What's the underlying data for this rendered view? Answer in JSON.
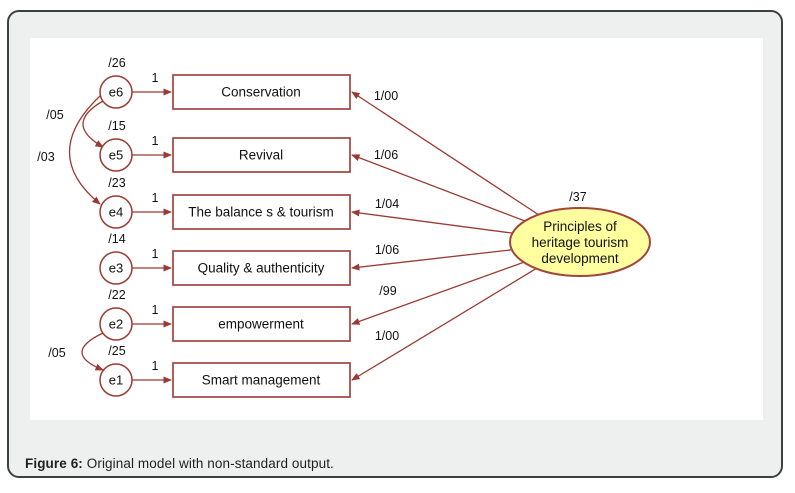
{
  "figure": {
    "caption_prefix": "Figure 6:",
    "caption_text": " Original model with non-standard output."
  },
  "diagram": {
    "type": "sem-path-diagram",
    "colors": {
      "stroke": "#9a3a33",
      "latent_fill": "#ffffa0",
      "latent_stroke": "#a2453b",
      "card_bg": "#eef0f0"
    },
    "latent": {
      "label_lines": [
        "Principles of",
        "heritage tourism",
        "development"
      ],
      "variance": "/37"
    },
    "indicators": [
      {
        "name": "Conservation",
        "error": "e6",
        "error_variance": "/26",
        "error_loading": "1",
        "path_label": "1/00"
      },
      {
        "name": "Revival",
        "error": "e5",
        "error_variance": "/15",
        "error_loading": "1",
        "path_label": "1/06"
      },
      {
        "name": "The balance s & tourism",
        "error": "e4",
        "error_variance": "/23",
        "error_loading": "1",
        "path_label": "1/04"
      },
      {
        "name": "Quality & authenticity",
        "error": "e3",
        "error_variance": "/14",
        "error_loading": "1",
        "path_label": "1/06"
      },
      {
        "name": "empowerment",
        "error": "e2",
        "error_variance": "/22",
        "error_loading": "1",
        "path_label": "/99"
      },
      {
        "name": "Smart management",
        "error": "e1",
        "error_variance": "/25",
        "error_loading": "1",
        "path_label": "1/00"
      }
    ],
    "covariances": [
      {
        "between": "e6-e5",
        "label": "/05"
      },
      {
        "between": "e6-e4",
        "label": "/03"
      },
      {
        "between": "e2-e1",
        "label": "/05"
      }
    ]
  }
}
